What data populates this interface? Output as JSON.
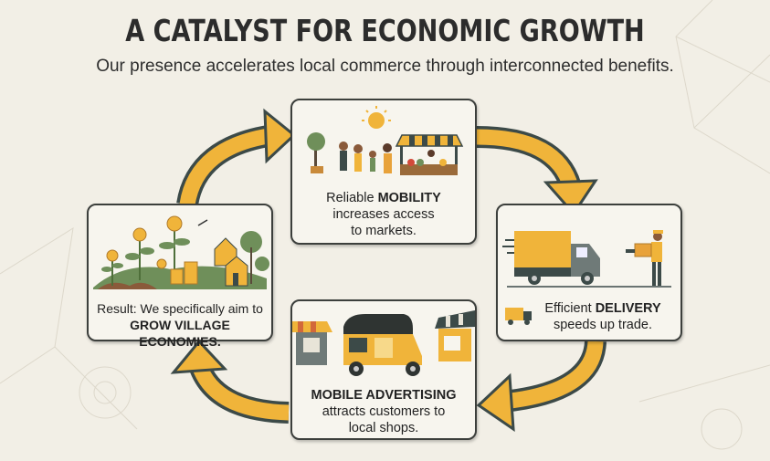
{
  "header": {
    "title": "A CATALYST FOR ECONOMIC GROWTH",
    "subtitle": "Our presence accelerates local commerce through interconnected benefits."
  },
  "colors": {
    "accent": "#f0b43a",
    "outline": "#3c4a48",
    "background": "#f2efe6",
    "card": "#f7f5ee",
    "green": "#6f8f5a"
  },
  "cards": {
    "mobility": {
      "line1_pre": "Reliable ",
      "line1_bold": "MOBILITY",
      "line2": "increases access",
      "line3": "to markets.",
      "icon": "market-scene-icon"
    },
    "delivery": {
      "line1_pre": "Efficient ",
      "line1_bold": "DELIVERY",
      "line2": "speeds up trade.",
      "icon": "delivery-truck-icon"
    },
    "advertising": {
      "line1_bold": "MOBILE ADVERTISING",
      "line2": "attracts customers to",
      "line3": "local shops.",
      "icon": "auto-rickshaw-icon"
    },
    "result": {
      "line1": "Result: We specifically aim to",
      "line2_bold": "GROW VILLAGE ECONOMIES.",
      "icon": "money-plants-village-icon"
    }
  }
}
